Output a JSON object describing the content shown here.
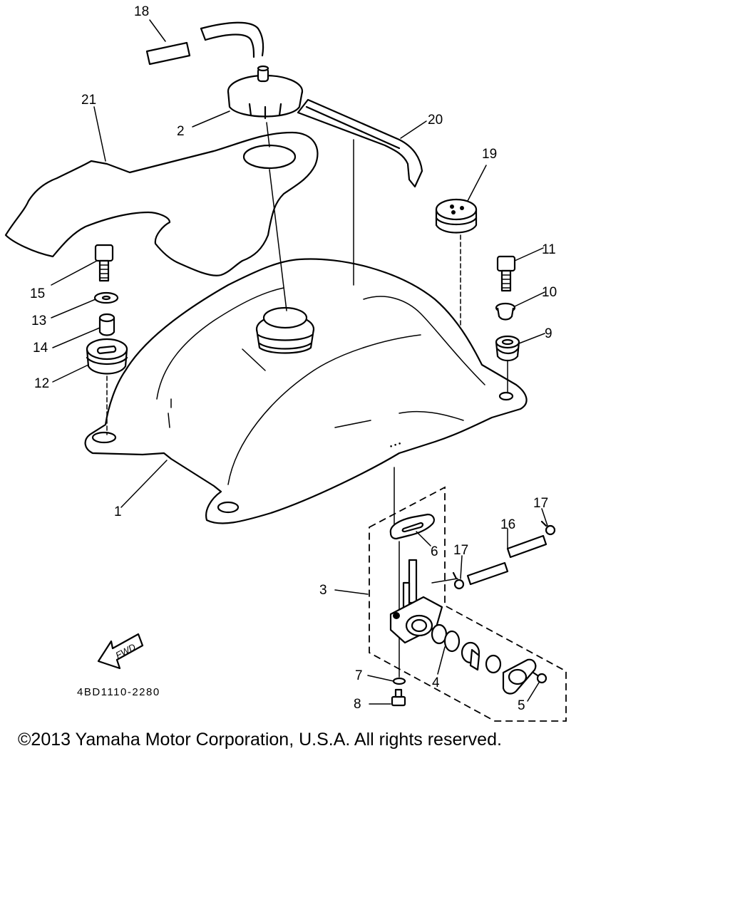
{
  "diagram": {
    "part_code": "4BD1110-2280",
    "fwd_label": "FWD",
    "callouts": [
      "1",
      "2",
      "3",
      "4",
      "5",
      "6",
      "7",
      "8",
      "9",
      "10",
      "11",
      "12",
      "13",
      "14",
      "15",
      "16",
      "17",
      "17",
      "18",
      "19",
      "20",
      "21"
    ]
  },
  "footer": {
    "copyright": "©2013 Yamaha Motor Corporation, U.S.A. All rights reserved."
  }
}
